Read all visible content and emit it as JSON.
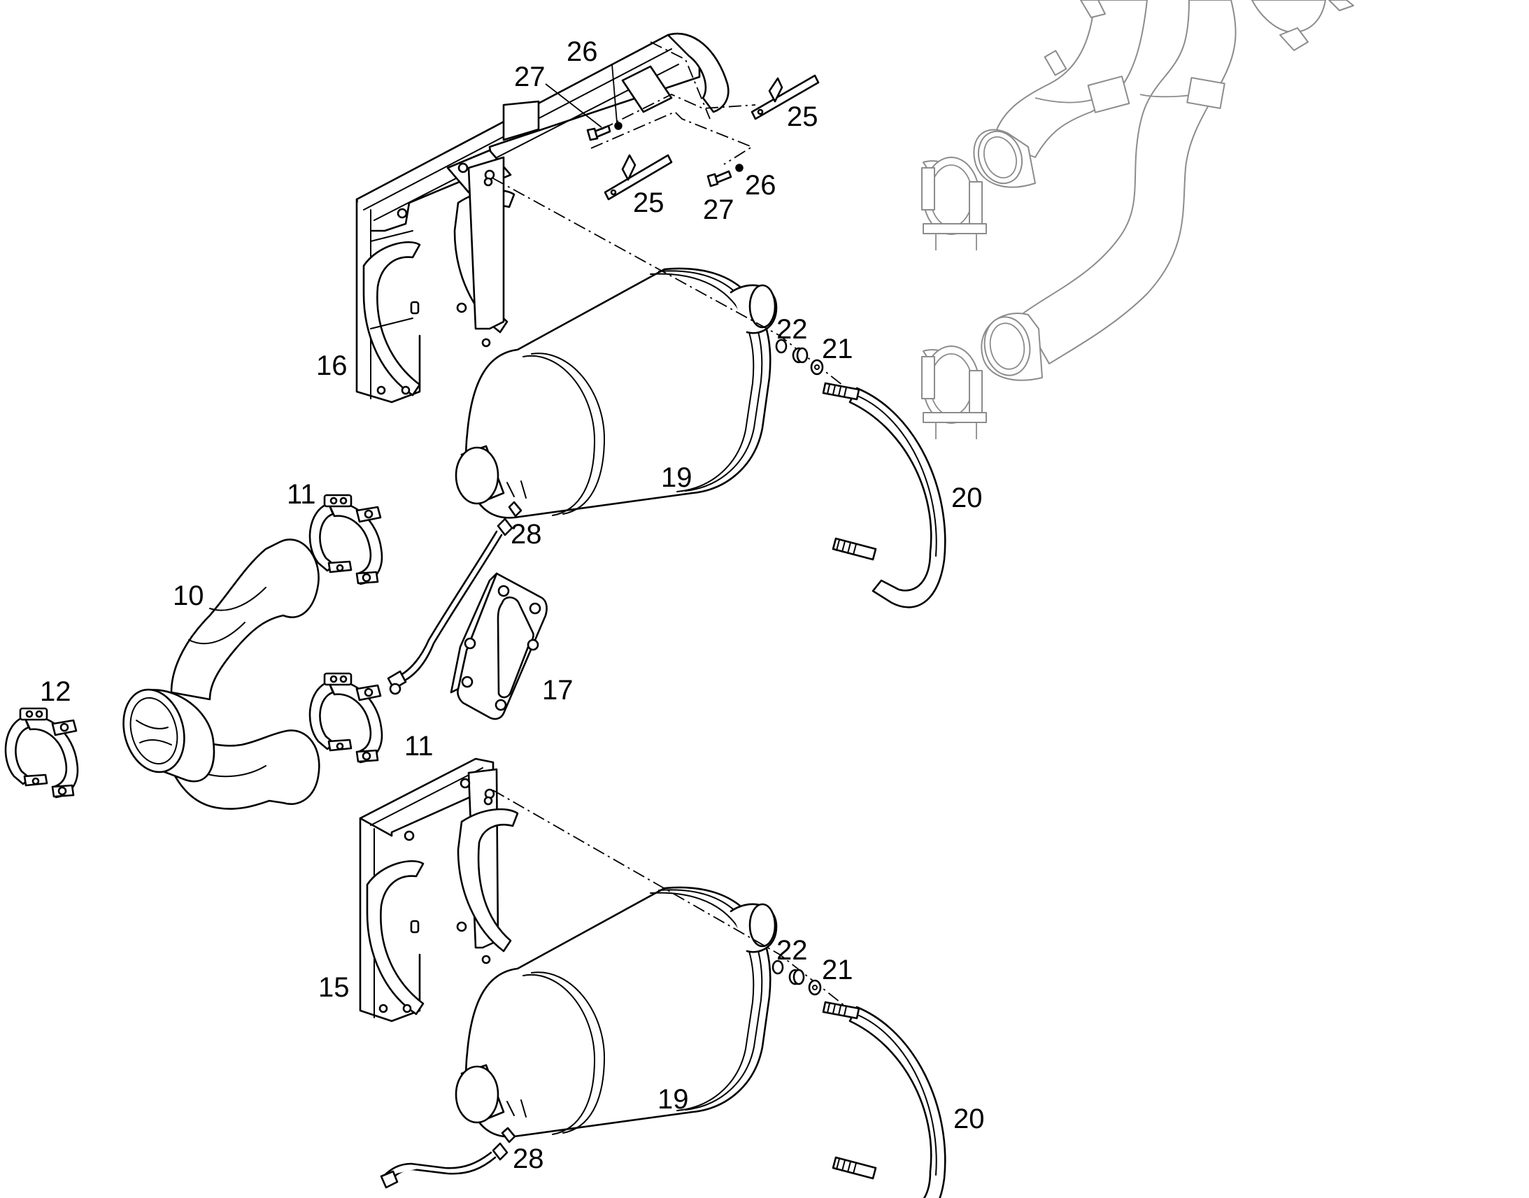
{
  "callouts": {
    "c10": "10",
    "c11a": "11",
    "c11b": "11",
    "c12": "12",
    "c15": "15",
    "c16": "16",
    "c17": "17",
    "c19a": "19",
    "c19b": "19",
    "c20a": "20",
    "c20b": "20",
    "c21a": "21",
    "c21b": "21",
    "c22a": "22",
    "c22b": "22",
    "c25a": "25",
    "c25b": "25",
    "c26a": "26",
    "c26b": "26",
    "c27a": "27",
    "c27b": "27",
    "c28a": "28",
    "c28b": "28"
  },
  "colors": {
    "line": "#000000",
    "ghost": "#8c8c8c",
    "background": "#ffffff"
  }
}
